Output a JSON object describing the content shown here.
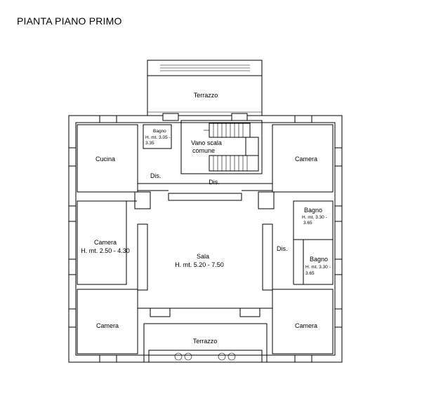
{
  "title": "PIANTA PIANO PRIMO",
  "rooms": {
    "terrazzo_top": "Terrazzo",
    "bagno_small": "Bagno",
    "bagno_small_h1": "H. mt. 3.05 -",
    "bagno_small_h2": "3.35",
    "vano_scala_1": "Vano scala",
    "vano_scala_2": "comune",
    "cucina": "Cucina",
    "dis_left": "Dis.",
    "dis_center": "Dis.",
    "dis_right": "Dis.",
    "camera_top_right": "Camera",
    "bagno_r1": "Bagno",
    "bagno_r1_h1": "H. mt. 3.30 -",
    "bagno_r1_h2": "3.65",
    "bagno_r2": "Bagno",
    "bagno_r2_h1": "H. mt. 3.30 -",
    "bagno_r2_h2": "3.65",
    "camera_left": "Camera",
    "camera_left_h": "H. mt. 2.50 - 4.30",
    "sala": "Sala",
    "sala_h": "H. mt. 5.20 - 7.50",
    "camera_bottom_left": "Camera",
    "camera_bottom_right": "Camera",
    "terrazzo_bottom": "Terrazzo"
  }
}
